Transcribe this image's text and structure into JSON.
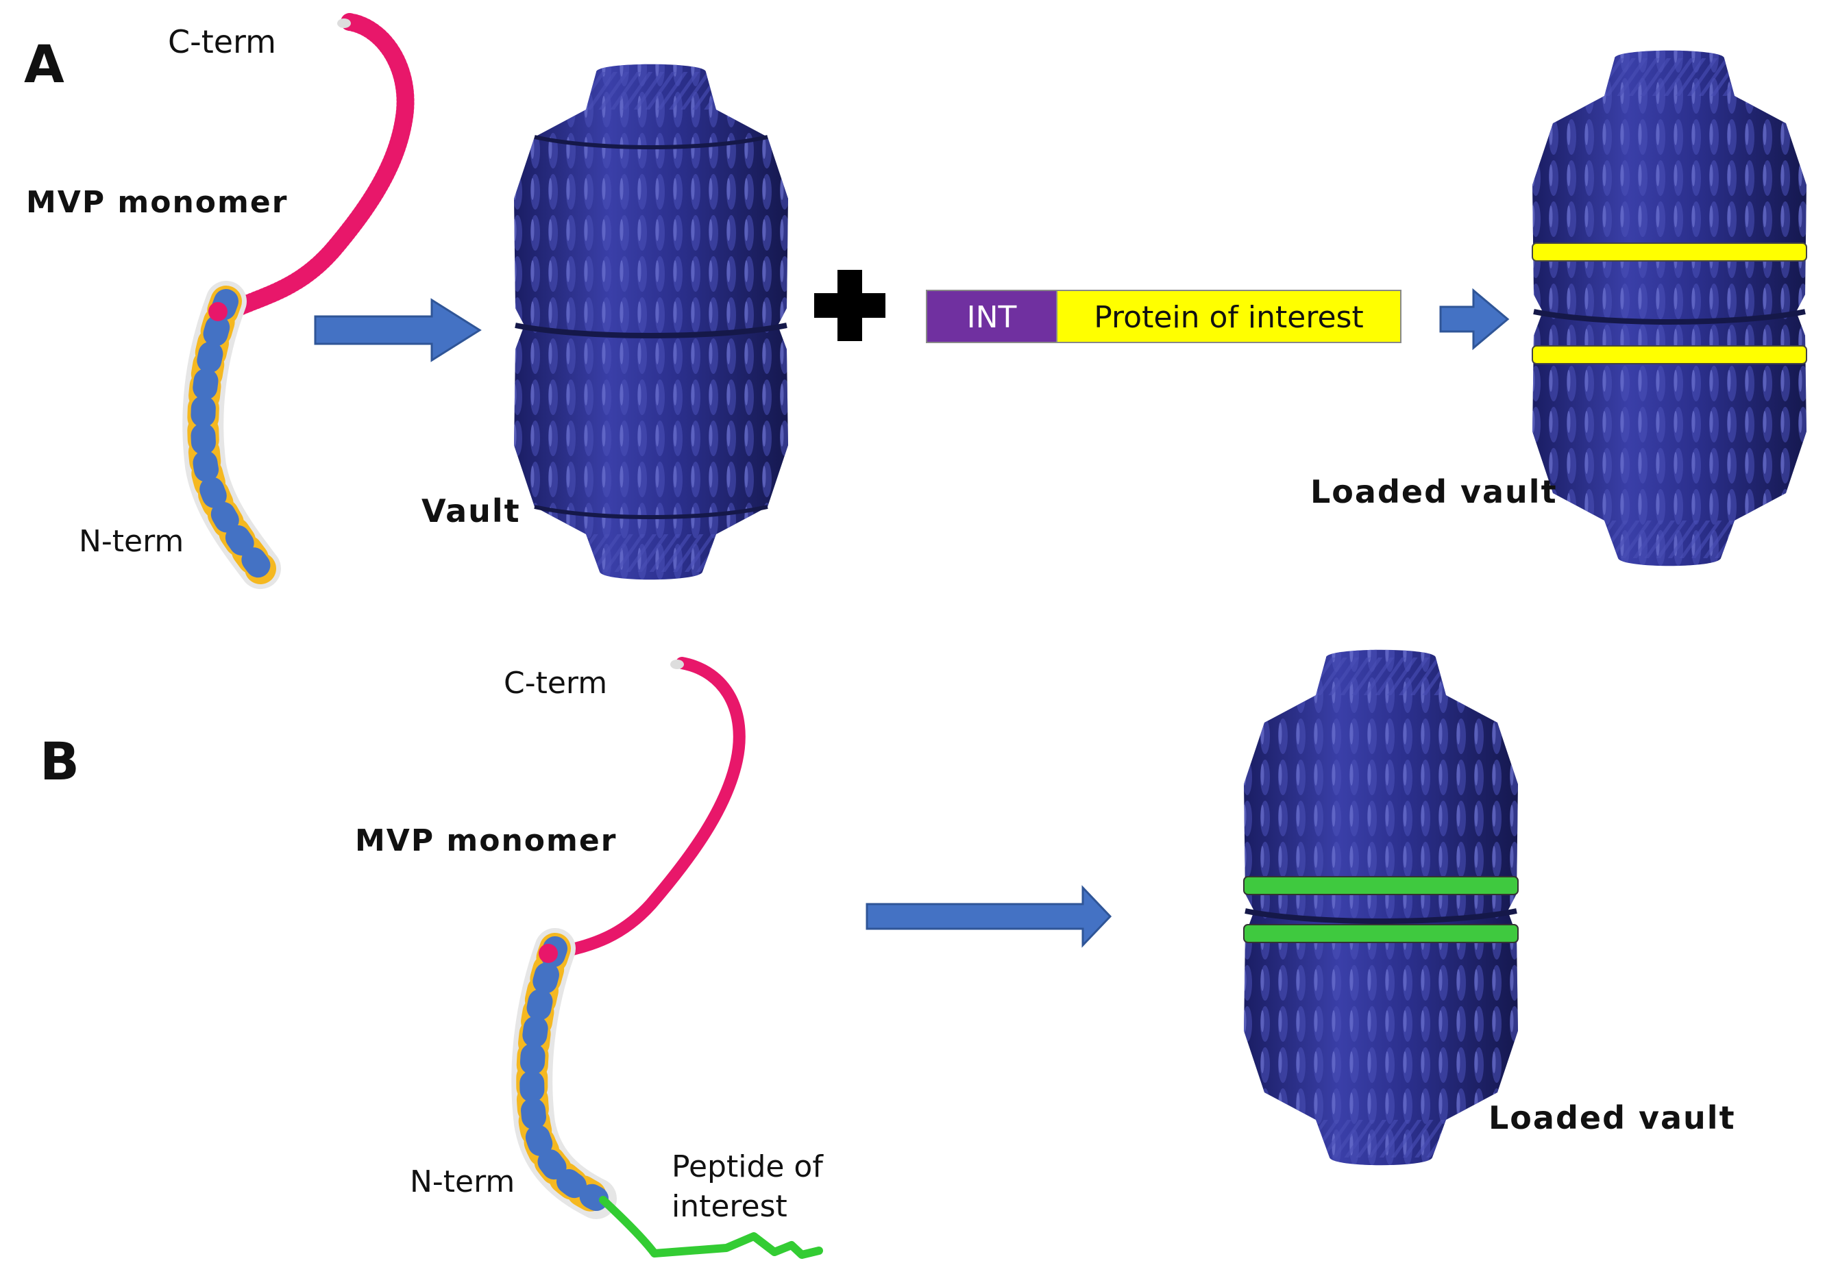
{
  "panels": {
    "a": {
      "letter": "A",
      "c_term": "C-term",
      "monomer": "MVP monomer",
      "n_term": "N-term",
      "vault": "Vault",
      "int": "INT",
      "protein": "Protein of interest",
      "loaded": "Loaded vault"
    },
    "b": {
      "letter": "B",
      "c_term": "C-term",
      "monomer": "MVP monomer",
      "n_term": "N-term",
      "peptide_line1": "Peptide of",
      "peptide_line2": "interest",
      "loaded": "Loaded vault"
    }
  },
  "colors": {
    "vault": "#2b2f8c",
    "vault_dark": "#1a1d63",
    "vault_light": "#5a5fc4",
    "arrow": "#4472c4",
    "arrow_edge": "#2f5597",
    "int_box": "#7030a0",
    "protein_box": "#ffff00",
    "ring_yellow": "#ffff00",
    "ring_green": "#3fc93f",
    "peptide": "#33cc33",
    "helix_pink": "#e8176a",
    "strand_yellow": "#f5b820",
    "strand_blue": "#4472c4",
    "coil_white": "#e6e6e6"
  },
  "icons": [
    "plus-icon",
    "right-arrow-icon"
  ]
}
